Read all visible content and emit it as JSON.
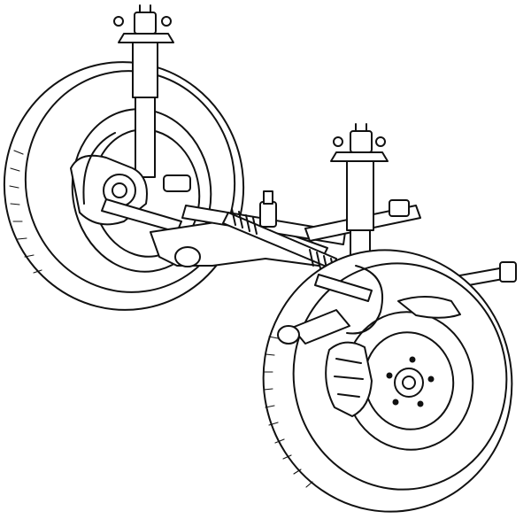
{
  "figure": {
    "subject": "front-suspension-assembly",
    "style": "black-and-white line illustration",
    "components": [
      "left-wheel",
      "right-wheel",
      "left-strut",
      "right-strut",
      "steering-rack",
      "crossmember",
      "brake-disc",
      "brake-caliper",
      "lower-control-arm",
      "tie-rod",
      "drive-shaft"
    ],
    "colors": {
      "line": "#111111",
      "background": "#ffffff"
    }
  }
}
